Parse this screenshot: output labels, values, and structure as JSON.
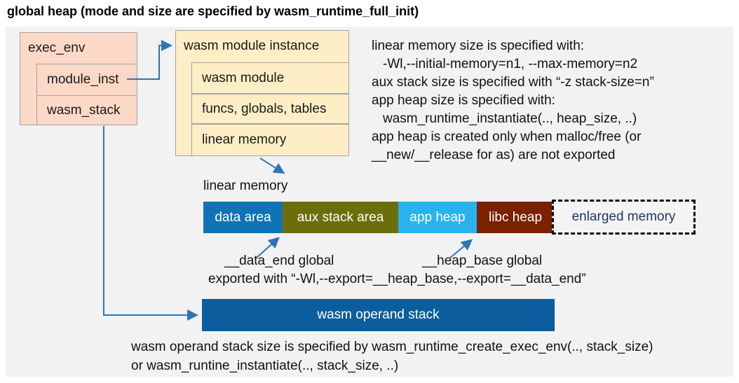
{
  "title": "global heap (mode and size are specified by wasm_runtime_full_init)",
  "exec_env": {
    "label": "exec_env",
    "children": [
      "module_inst",
      "wasm_stack"
    ]
  },
  "module_instance": {
    "label": "wasm module instance",
    "children": [
      "wasm module",
      "funcs, globals, tables",
      "linear memory"
    ]
  },
  "notes": {
    "right": [
      "linear memory size is specified with:",
      "-Wl,--initial-memory=n1, --max-memory=n2",
      "aux stack size is specified with “-z stack-size=n”",
      "app heap size is specified with:",
      "wasm_runtime_instantiate(.., heap_size, ..)",
      "app heap is created only when malloc/free (or",
      "__new/__release for as) are not exported"
    ],
    "export_note": "exported with “-Wl,--export=__heap_base,--export=__data_end”",
    "bottom": [
      "wasm operand stack size is specified by wasm_runtime_create_exec_env(.., stack_size)",
      "or wasm_runtine_instantiate(.., stack_size, ..)"
    ]
  },
  "linear_memory": {
    "label": "linear memory",
    "segments": [
      {
        "label": "data area",
        "color": "#0f73b5"
      },
      {
        "label": "aux stack area",
        "color": "#6c6e0c"
      },
      {
        "label": "app heap",
        "color": "#29b3ee"
      },
      {
        "label": "libc heap",
        "color": "#7a2100"
      },
      {
        "label": "enlarged memory",
        "color": "#f4f4f4",
        "text_color": "#1f3864",
        "border_style": "dashed"
      }
    ],
    "data_end_label": "__data_end global",
    "heap_base_label": "__heap_base global"
  },
  "operand_stack": {
    "label": "wasm operand stack",
    "color": "#0b5d9e"
  },
  "colors": {
    "panel_bg": "#f2f2f2",
    "struct_box_pink": "#fcd8c7",
    "struct_box_cream": "#fdeec6",
    "box_border": "#a3a3a3",
    "arrow_blue": "#2e75b6",
    "text": "#1a1a1a"
  }
}
